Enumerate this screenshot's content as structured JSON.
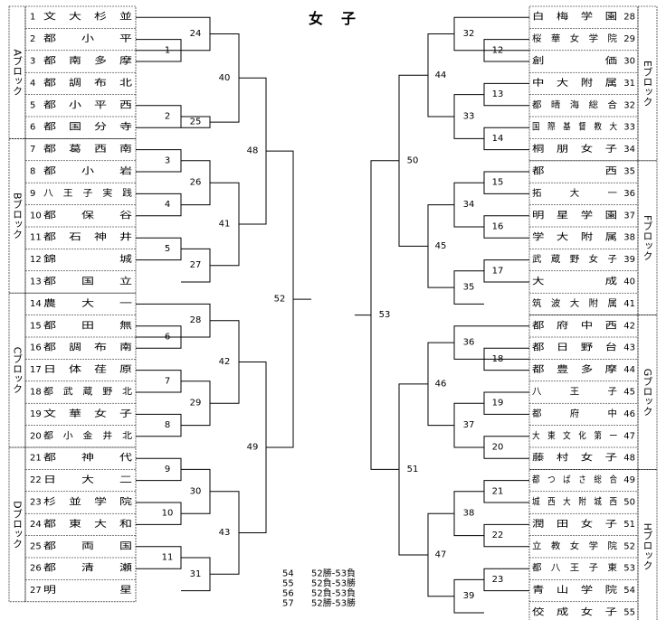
{
  "title": "女　子",
  "blocks_left": [
    {
      "label": "Aブロック",
      "teams": [
        {
          "no": "1",
          "name": "文　大　杉　並"
        },
        {
          "no": "2",
          "name": "都　　小　　平"
        },
        {
          "no": "3",
          "name": "都　南　多　摩"
        },
        {
          "no": "4",
          "name": "都　調　布　北"
        },
        {
          "no": "5",
          "name": "都　小　平　西"
        },
        {
          "no": "6",
          "name": "都　国　分　寺"
        }
      ]
    },
    {
      "label": "Bブロック",
      "teams": [
        {
          "no": "7",
          "name": "都　葛　西　南"
        },
        {
          "no": "8",
          "name": "都　　小　　岩"
        },
        {
          "no": "9",
          "name": "八　王　子　実　践"
        },
        {
          "no": "10",
          "name": "都　　保　　谷"
        },
        {
          "no": "11",
          "name": "都　石　神　井"
        },
        {
          "no": "12",
          "name": "錦　　　　　城"
        },
        {
          "no": "13",
          "name": "都　　国　　立"
        }
      ]
    },
    {
      "label": "Cブロック",
      "teams": [
        {
          "no": "14",
          "name": "農　　大　　一"
        },
        {
          "no": "15",
          "name": "都　　田　　無"
        },
        {
          "no": "16",
          "name": "都　調　布　南"
        },
        {
          "no": "17",
          "name": "日　体　荏　原"
        },
        {
          "no": "18",
          "name": "都　武　蔵　野　北"
        },
        {
          "no": "19",
          "name": "文　華　女　子"
        },
        {
          "no": "20",
          "name": "都　小　金　井　北"
        }
      ]
    },
    {
      "label": "Dブロック",
      "teams": [
        {
          "no": "21",
          "name": "都　　神　　代"
        },
        {
          "no": "22",
          "name": "日　　大　　二"
        },
        {
          "no": "23",
          "name": "杉　並　学　院"
        },
        {
          "no": "24",
          "name": "都　東　大　和"
        },
        {
          "no": "25",
          "name": "都　　両　　国"
        },
        {
          "no": "26",
          "name": "都　　清　　瀬"
        },
        {
          "no": "27",
          "name": "明　　　　　星"
        }
      ]
    }
  ],
  "blocks_right": [
    {
      "label": "Eブロック",
      "teams": [
        {
          "no": "28",
          "name": "白　梅　学　園"
        },
        {
          "no": "29",
          "name": "桜　華　女　学　院"
        },
        {
          "no": "30",
          "name": "創　　　　　価"
        },
        {
          "no": "31",
          "name": "中　大　附　属"
        },
        {
          "no": "32",
          "name": "都　晴　海　総　合"
        },
        {
          "no": "33",
          "name": "国　際　基　督　教　大"
        },
        {
          "no": "34",
          "name": "桐　朋　女　子"
        }
      ]
    },
    {
      "label": "Fブロック",
      "teams": [
        {
          "no": "35",
          "name": "都　　　　　西"
        },
        {
          "no": "36",
          "name": "拓　　　大　　　一"
        },
        {
          "no": "37",
          "name": "明　星　学　園"
        },
        {
          "no": "38",
          "name": "学　大　附　属"
        },
        {
          "no": "39",
          "name": "武　蔵　野　女　子"
        },
        {
          "no": "40",
          "name": "大　　　　　成"
        },
        {
          "no": "41",
          "name": "筑　波　大　附　属"
        }
      ]
    },
    {
      "label": "Gブロック",
      "teams": [
        {
          "no": "42",
          "name": "都　府　中　西"
        },
        {
          "no": "43",
          "name": "都　日　野　台"
        },
        {
          "no": "44",
          "name": "都　豊　多　摩"
        },
        {
          "no": "45",
          "name": "八　　　王　　　子"
        },
        {
          "no": "46",
          "name": "都　　　府　　　中"
        },
        {
          "no": "47",
          "name": "大　東　文　化　第　一"
        },
        {
          "no": "48",
          "name": "藤　村　女　子"
        }
      ]
    },
    {
      "label": "Hブロック",
      "teams": [
        {
          "no": "49",
          "name": "都　つ　ば　さ　総　合"
        },
        {
          "no": "50",
          "name": "城　西　大　附　城　西"
        },
        {
          "no": "51",
          "name": "潤　田　女　子"
        },
        {
          "no": "52",
          "name": "立　教　女　学　院"
        },
        {
          "no": "53",
          "name": "都　八　王　子　東"
        },
        {
          "no": "54",
          "name": "青　山　学　院"
        },
        {
          "no": "55",
          "name": "佼　成　女　子"
        }
      ]
    }
  ],
  "match_numbers": {
    "r1_left": [
      "1",
      "2",
      "3",
      "4",
      "5",
      "6",
      "7",
      "8",
      "9",
      "10",
      "11"
    ],
    "r2_left": [
      "24",
      "25",
      "26",
      "27",
      "28",
      "29",
      "30",
      "31"
    ],
    "r3_left": [
      "40",
      "41",
      "42",
      "43"
    ],
    "r4_left": [
      "48",
      "49"
    ],
    "semi_left": "52",
    "semi_right": "53",
    "r4_right": [
      "50",
      "51"
    ],
    "r3_right": [
      "44",
      "45",
      "46",
      "47"
    ],
    "r2_right": [
      "32",
      "33",
      "34",
      "35",
      "36",
      "37",
      "38",
      "39"
    ],
    "r1_right": [
      "12",
      "13",
      "14",
      "15",
      "16",
      "17",
      "18",
      "19",
      "20",
      "21",
      "22",
      "23"
    ]
  },
  "notes": [
    {
      "no": "54",
      "text": "52勝-53負"
    },
    {
      "no": "55",
      "text": "52負-53勝"
    },
    {
      "no": "56",
      "text": "52負-53負"
    },
    {
      "no": "57",
      "text": "52勝-53勝"
    }
  ]
}
